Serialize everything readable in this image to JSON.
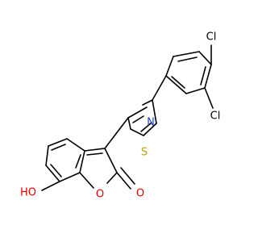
{
  "molecule": {
    "atoms": {
      "cl_top": {
        "text": "Cl",
        "color": "#000000"
      },
      "cl_right": {
        "text": "Cl",
        "color": "#000000"
      },
      "n_thiazole": {
        "text": "N",
        "color": "#1f3fe0"
      },
      "s_thiazole": {
        "text": "S",
        "color": "#b5a500"
      },
      "o_ring": {
        "text": "O",
        "color": "#e00000"
      },
      "o_carbonyl": {
        "text": "O",
        "color": "#e00000"
      },
      "o_hydroxyl": {
        "text": "HO",
        "color": "#e00000"
      }
    }
  }
}
